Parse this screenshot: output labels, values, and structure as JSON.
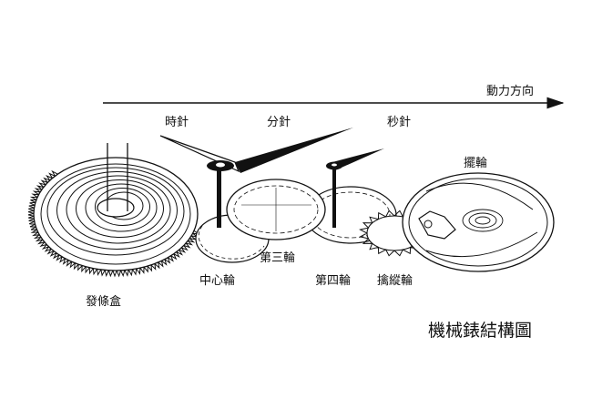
{
  "colors": {
    "ink": "#111111",
    "background": "#ffffff"
  },
  "direction_label": "動力方向",
  "hands": {
    "hour": "時針",
    "minute": "分針",
    "second": "秒針"
  },
  "components": {
    "barrel": "發條盒",
    "center_wheel": "中心輪",
    "third_wheel": "第三輪",
    "fourth_wheel": "第四輪",
    "escape_wheel": "擒縱輪",
    "balance_wheel": "擺輪"
  },
  "title": "機械錶結構圖"
}
